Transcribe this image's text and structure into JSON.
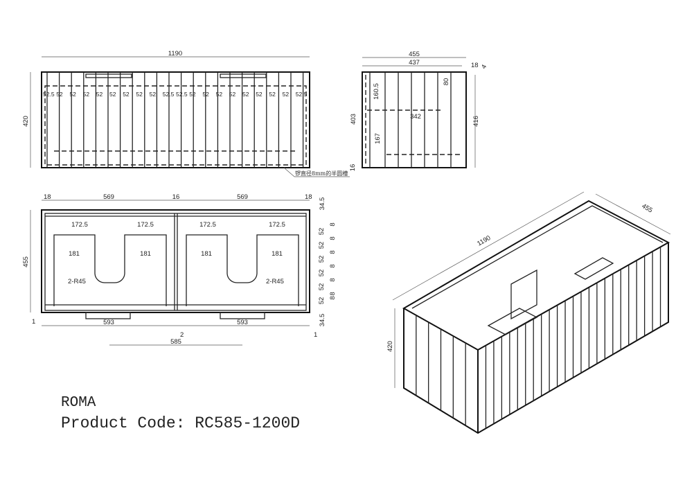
{
  "product": {
    "name": "ROMA",
    "code_line": "Product Code: RC585-1200D"
  },
  "front_view": {
    "width": "1190",
    "height": "420",
    "spacings": [
      "52.5",
      "52",
      "52",
      "52",
      "52",
      "52",
      "52",
      "52",
      "52",
      "52.5",
      "52.5",
      "52",
      "52",
      "52",
      "52",
      "52",
      "52",
      "52",
      "52",
      "52.5"
    ],
    "note": "锣直径8mm的半圆槽"
  },
  "side_view": {
    "depth": "455",
    "inner_depth": "437",
    "panel": "18",
    "offset": "4",
    "height_inner": "403",
    "height_outer": "416",
    "top_gap": "160.5",
    "slot": "80",
    "rail": "342",
    "lower": "167",
    "base": "16"
  },
  "plan_view": {
    "depth": "455",
    "left_panel": "18",
    "bay_left": "569",
    "divider": "16",
    "bay_right": "569",
    "right_panel": "18",
    "drawer_top": "172.5",
    "drawer_width": "181",
    "radius": "2-R45",
    "front_left": "593",
    "front_right": "593",
    "gap_left": "1",
    "gap_mid": "2",
    "gap_right": "1",
    "handle_span": "585",
    "edge_top": "34.5",
    "edge_bottom": "34.5",
    "groove_pitch": "52",
    "groove_width": "8"
  },
  "iso_view": {
    "width": "1190",
    "depth": "455",
    "height": "420"
  }
}
